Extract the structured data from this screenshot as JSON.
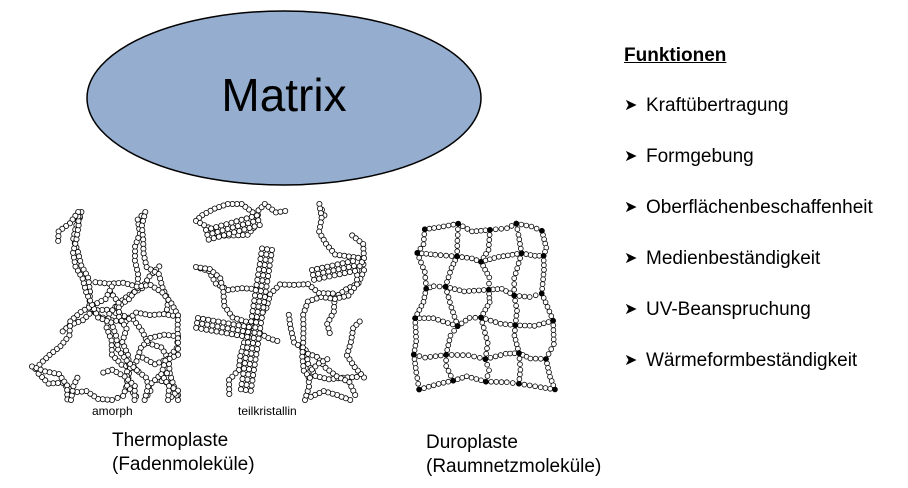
{
  "diagram": {
    "title": "Matrix",
    "ellipse_fill": "#95aecf",
    "ellipse_stroke": "#000000",
    "thermoplaste": {
      "amorph_label": "amorph",
      "teilkristallin_label": "teilkristallin",
      "caption_line1": "Thermoplaste",
      "caption_line2": "(Fadenmoleküle)"
    },
    "duroplaste": {
      "caption_line1": "Duroplaste",
      "caption_line2": "(Raumnetzmoleküle)"
    }
  },
  "functions": {
    "heading": "Funktionen",
    "bullet_icon": "arrowhead-right-icon",
    "items": [
      {
        "label": "Kraftübertragung"
      },
      {
        "label": "Formgebung"
      },
      {
        "label": "Oberflächenbeschaffenheit"
      },
      {
        "label": "Medienbeständigkeit"
      },
      {
        "label": "UV-Beanspruchung"
      },
      {
        "label": "Wärmeformbeständigkeit"
      }
    ]
  }
}
